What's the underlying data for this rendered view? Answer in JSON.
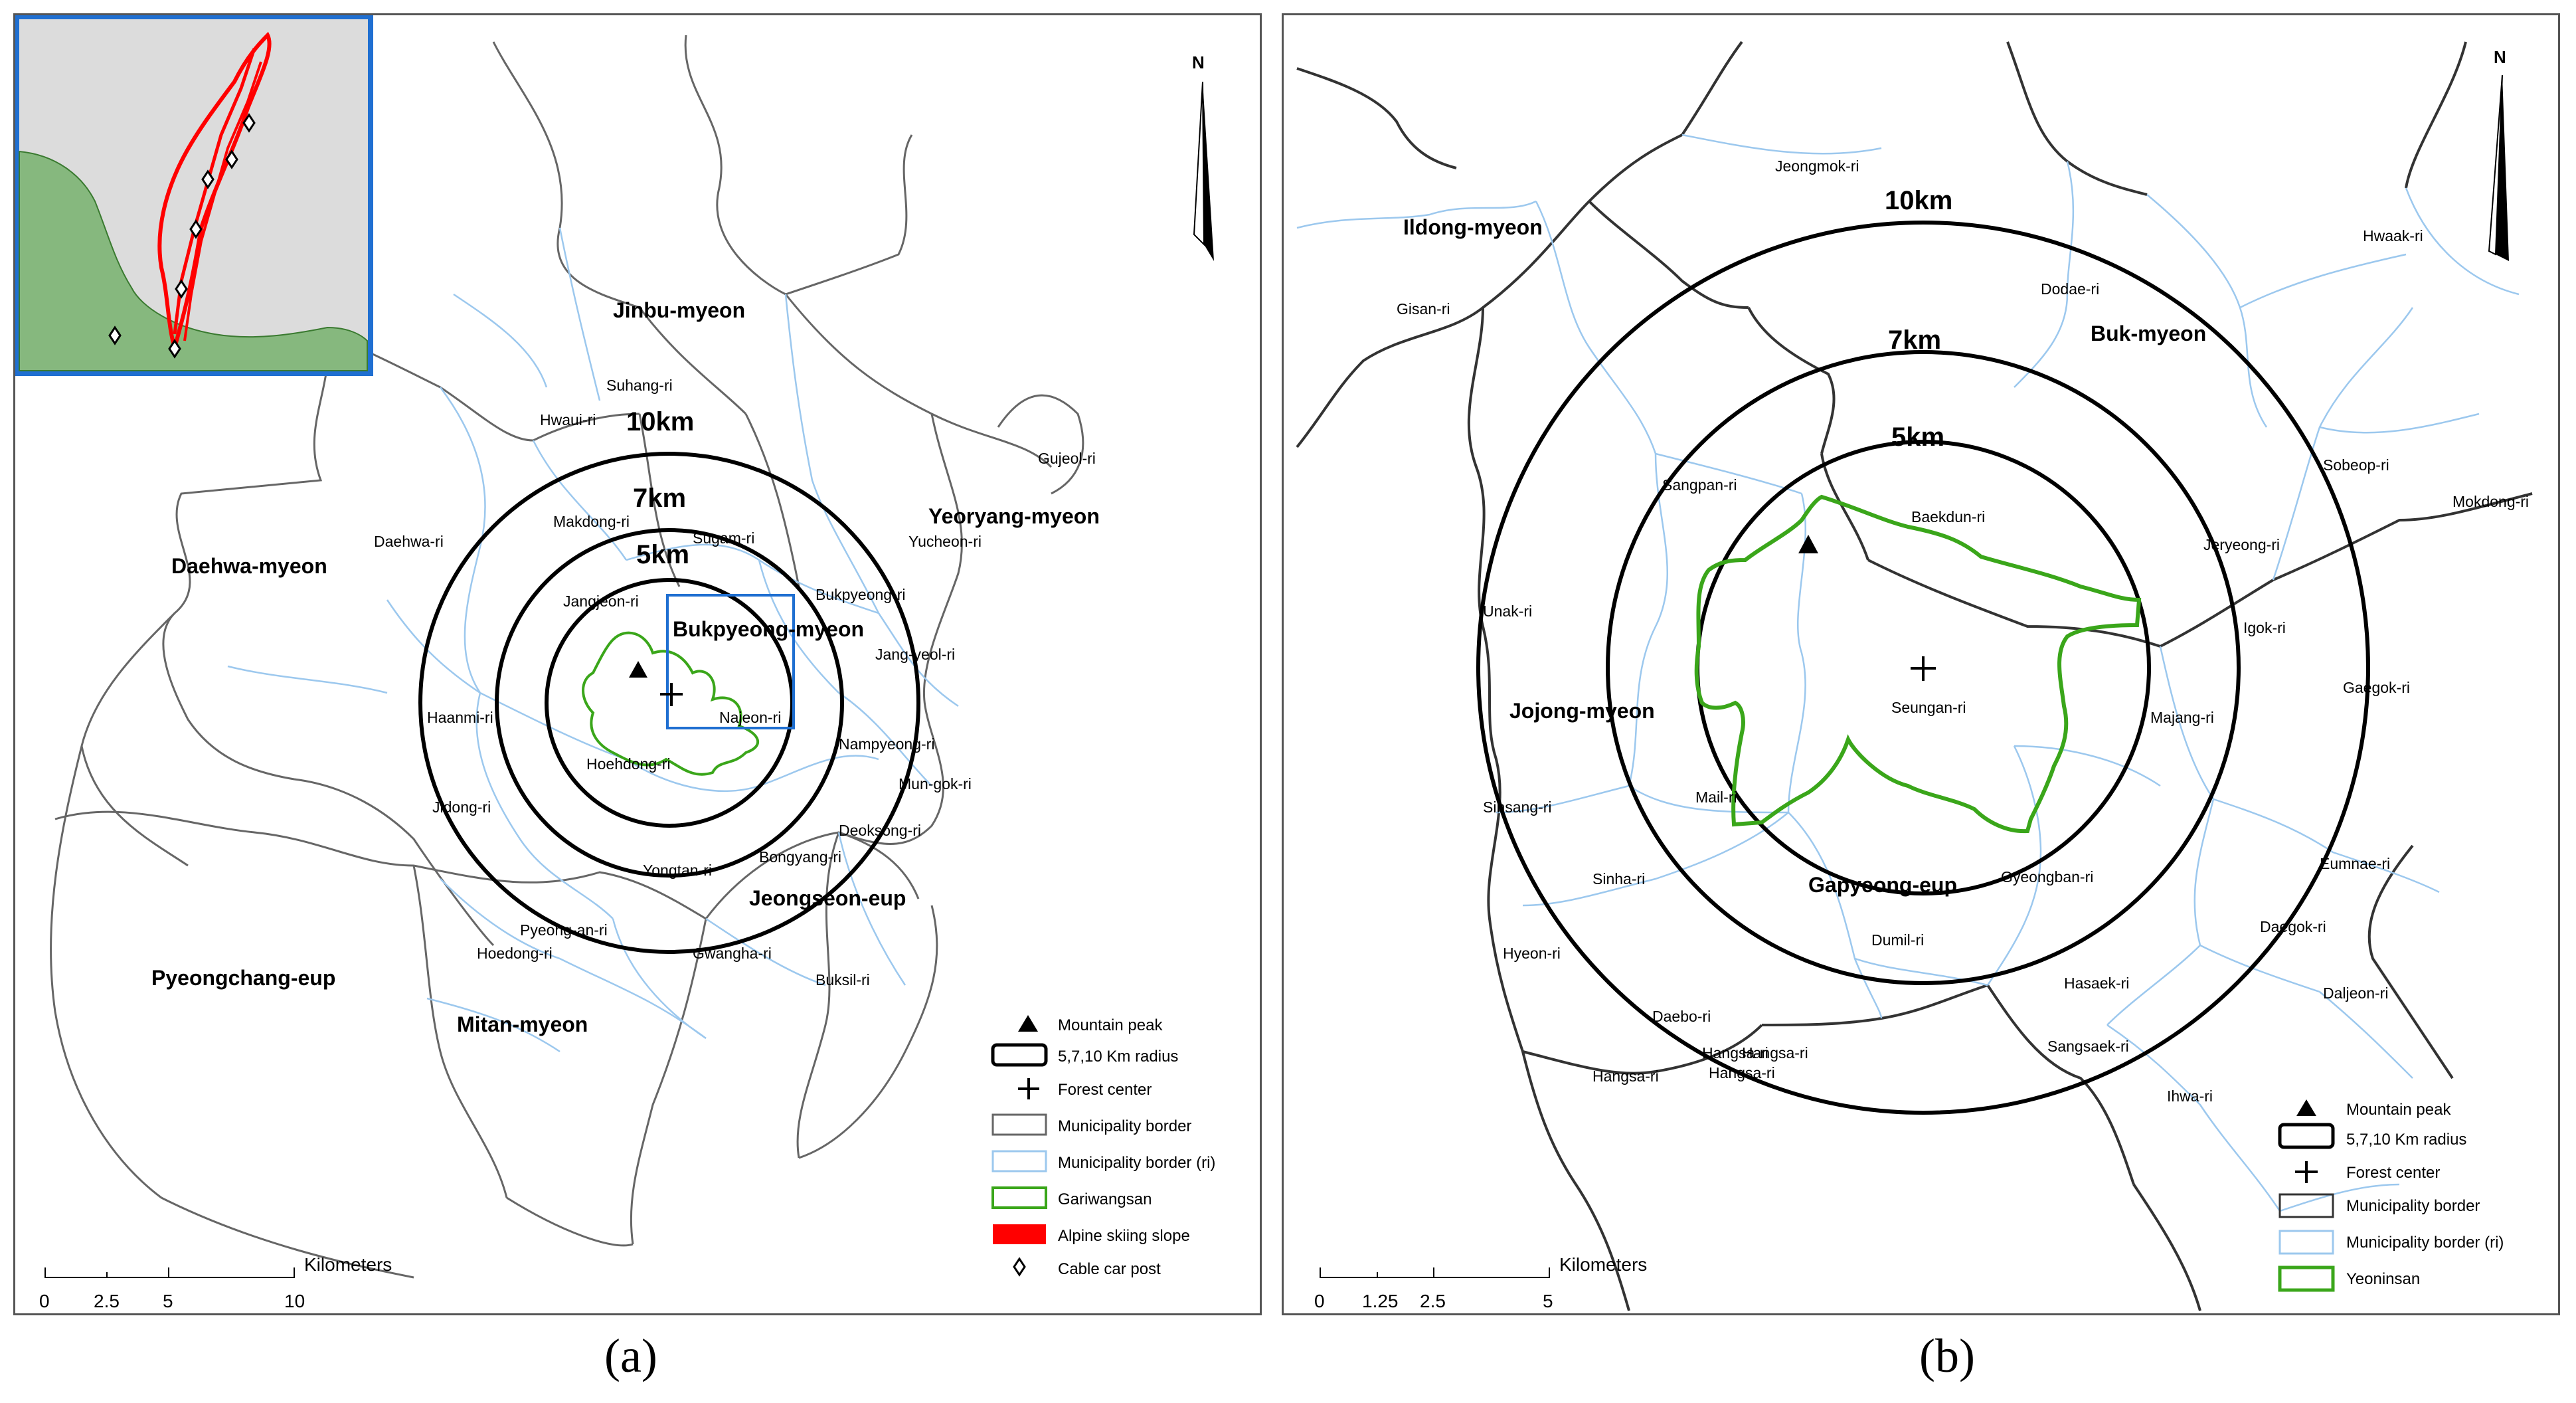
{
  "panel_a": {
    "caption": "(a)",
    "north_label": "N",
    "radius_labels": [
      "10km",
      "7km",
      "5km"
    ],
    "region_labels": [
      "Jinbu-myeon",
      "Daehwa-myeon",
      "Yeoryang-myeon",
      "Bukpyeong-myeon",
      "Jeongseon-eup",
      "Pyeongchang-eup",
      "Mitan-myeon"
    ],
    "village_labels": [
      "Suhang-ri",
      "Hwaui-ri",
      "Gujeol-ri",
      "Daehwa-ri",
      "Makdong-ri",
      "Sugam-ri",
      "Yucheon-ri",
      "Jangjeon-ri",
      "Bukpyeong-ri",
      "Jang-yeol-ri",
      "Haanmi-ri",
      "Najeon-ri",
      "Hoehdong-ri",
      "Nampyeong-ri",
      "Mun-gok-ri",
      "Jidong-ri",
      "Deoksong-ri",
      "Bongyang-ri",
      "Yongtan-ri",
      "Pyeong-an-ri",
      "Hoedong-ri",
      "Gwangha-ri",
      "Buksil-ri"
    ],
    "legend": [
      "Mountain peak",
      "5,7,10 Km radius",
      "Forest center",
      "Municipality border",
      "Municipality border (ri)",
      "Gariwangsan",
      "Alpine skiing slope",
      "Cable car post"
    ],
    "scale": {
      "unit": "Kilometers",
      "ticks": [
        "0",
        "2.5",
        "5",
        "10"
      ]
    },
    "colors": {
      "mountain_outline": "#3aa61a",
      "inset_border": "#1f6fd1",
      "ski_slope": "#ff0000",
      "ri_border": "#9cc8ee",
      "inset_terrain": "#86b87e",
      "inset_bg": "#dcdcdc"
    }
  },
  "panel_b": {
    "caption": "(b)",
    "north_label": "N",
    "radius_labels": [
      "10km",
      "7km",
      "5km"
    ],
    "region_labels": [
      "Ildong-myeon",
      "Buk-myeon",
      "Jojong-myeon",
      "Gapyeong-eup"
    ],
    "village_labels": [
      "Jeongmok-ri",
      "Hwaak-ri",
      "Gisan-ri",
      "Dodae-ri",
      "Sobeop-ri",
      "Mokdong-ri",
      "Sangpan-ri",
      "Baekdun-ri",
      "Jeryeong-ri",
      "Unak-ri",
      "Igok-ri",
      "Gaegok-ri",
      "Seungan-ri",
      "Majang-ri",
      "Mail-ri",
      "Sinsang-ri",
      "Sinha-ri",
      "Gyeongban-ri",
      "Eumnae-ri",
      "Hyeon-ri",
      "Dumil-ri",
      "Daegok-ri",
      "Hasaek-ri",
      "Daljeon-ri",
      "Daebo-ri",
      "Hangsa-ri",
      "Hangsa-ri",
      "Hangsa-ri",
      "Hangsa-ri",
      "Sangsaek-ri",
      "Ihwa-ri"
    ],
    "legend": [
      "Mountain peak",
      "5,7,10 Km radius",
      "Forest center",
      "Municipality border",
      "Municipality border (ri)",
      "Yeoninsan"
    ],
    "scale": {
      "unit": "Kilometers",
      "ticks": [
        "0",
        "1.25",
        "2.5",
        "5"
      ]
    }
  }
}
